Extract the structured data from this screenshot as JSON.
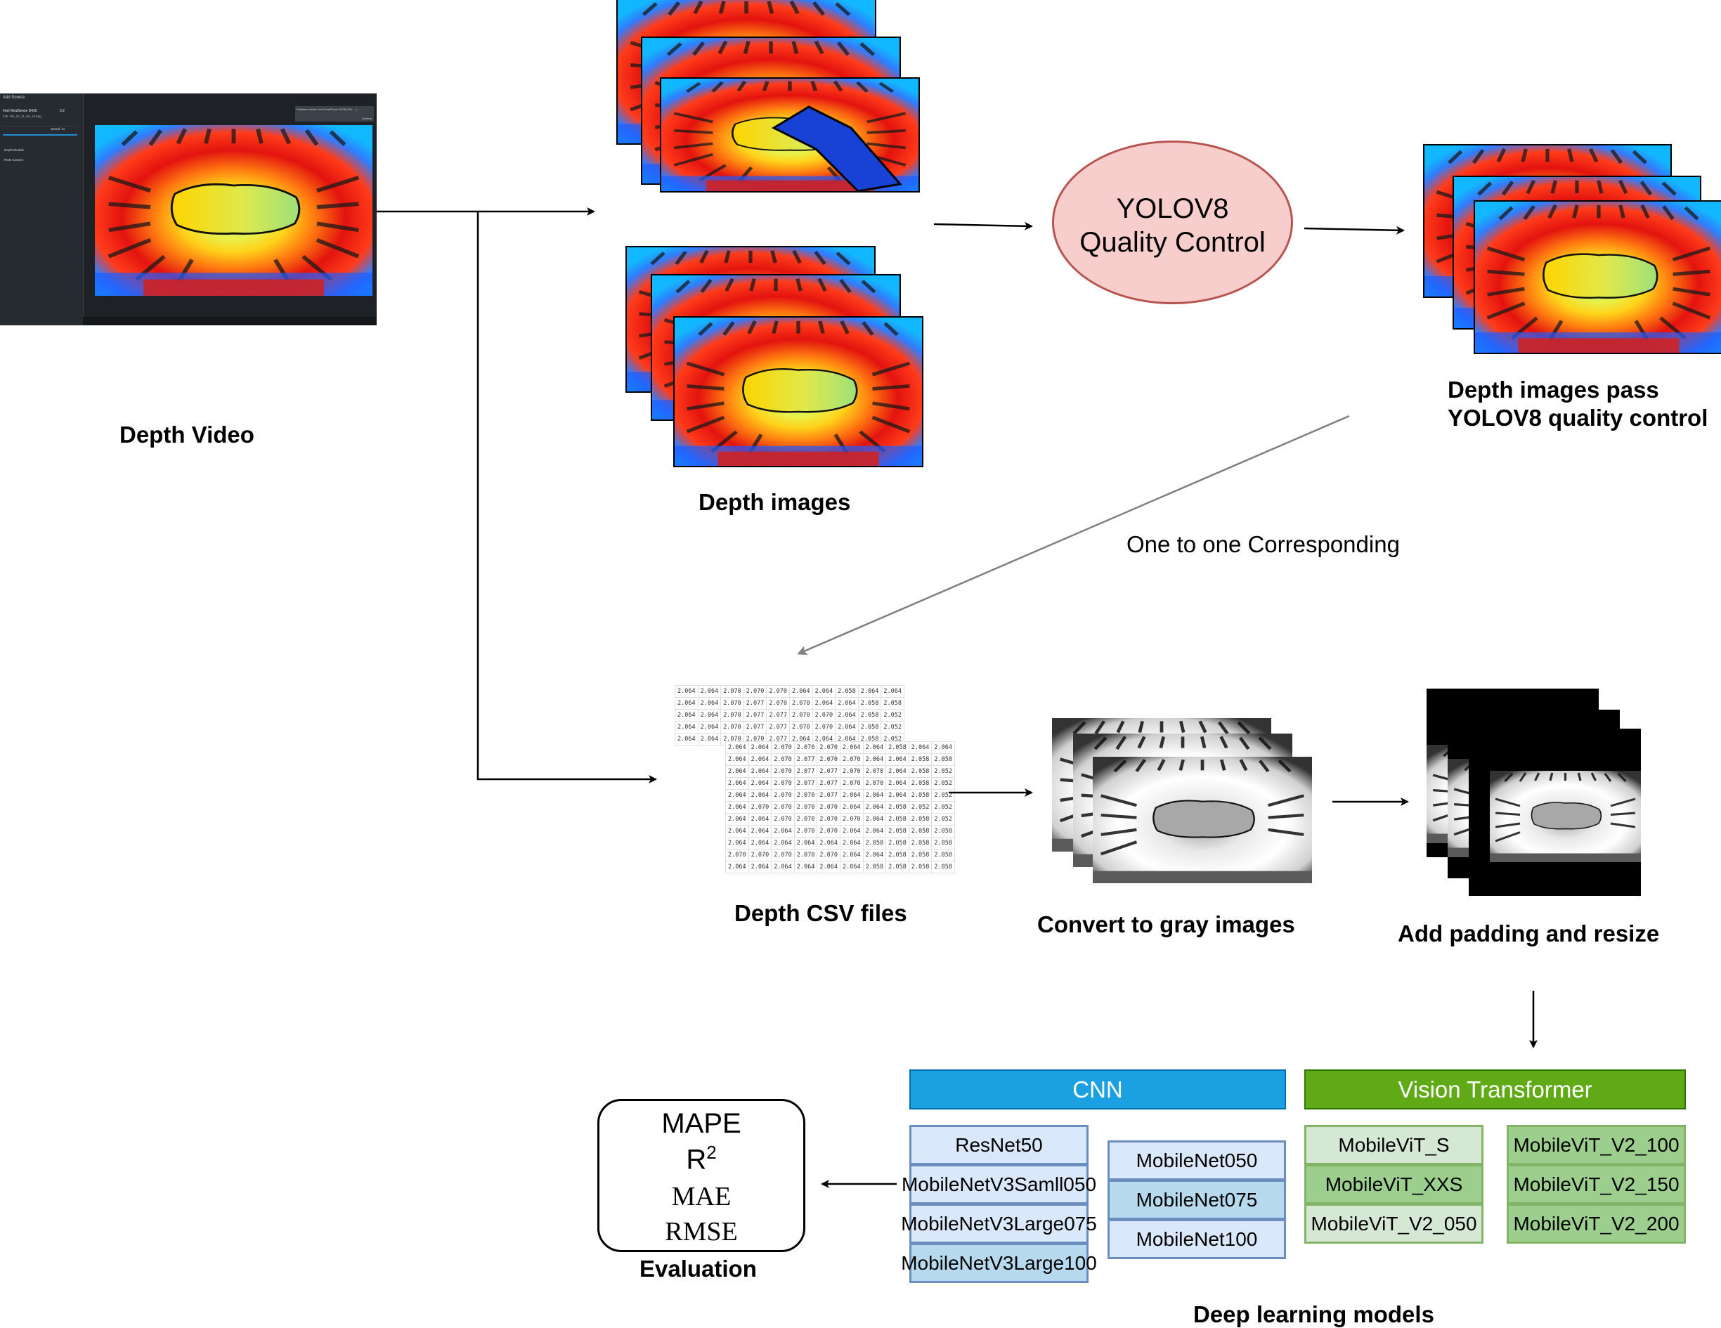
{
  "colors": {
    "yolo_fill": "#f8cecc",
    "yolo_stroke": "#b85450",
    "cnn_header": "#1ba1e2",
    "vit_header": "#60a917",
    "arrow": "#000000",
    "corresponding_arrow": "#808080"
  },
  "captions": {
    "depth_video": "Depth Video",
    "depth_images": "Depth images",
    "passed_line1": "Depth images pass",
    "passed_line2": "YOLOV8 quality control",
    "depth_csv": "Depth CSV files",
    "gray": "Convert to gray images",
    "padding": "Add padding and resize",
    "deep_learning": "Deep learning models",
    "evaluation": "Evaluation"
  },
  "yolo": {
    "line1": "YOLOV8",
    "line2": "Quality Control"
  },
  "correspondence_label": "One to one Corresponding",
  "screenshot_ui": {
    "window_title": "Add Source",
    "device": "Intel RealSense D435",
    "usb": "3.2",
    "file": "File: Wk_24_11_06_18.bag",
    "notification": "Playback device: Intel RealSense D435 (File: ...)",
    "dismiss": "Dismiss",
    "speed": "Speed: 1x",
    "rows": [
      "Depth Module",
      "RGB Camera"
    ]
  },
  "csv_values": [
    [
      "2.064",
      "2.064",
      "2.070",
      "2.070",
      "2.070",
      "2.064",
      "2.064",
      "2.058",
      "2.064",
      "2.064"
    ],
    [
      "2.064",
      "2.064",
      "2.070",
      "2.077",
      "2.070",
      "2.070",
      "2.064",
      "2.064",
      "2.058",
      "2.058"
    ],
    [
      "2.064",
      "2.064",
      "2.070",
      "2.077",
      "2.077",
      "2.070",
      "2.070",
      "2.064",
      "2.058",
      "2.052"
    ],
    [
      "2.064",
      "2.064",
      "2.070",
      "2.077",
      "2.077",
      "2.070",
      "2.070",
      "2.064",
      "2.058",
      "2.052"
    ],
    [
      "2.064",
      "2.064",
      "2.070",
      "2.070",
      "2.077",
      "2.064",
      "2.064",
      "2.064",
      "2.058",
      "2.052"
    ],
    [
      "2.064",
      "2.070",
      "2.070",
      "2.070",
      "2.070",
      "2.064",
      "2.064",
      "2.058",
      "2.052",
      "2.052"
    ],
    [
      "2.064",
      "2.064",
      "2.070",
      "2.070",
      "2.070",
      "2.070",
      "2.064",
      "2.058",
      "2.058",
      "2.052"
    ],
    [
      "2.064",
      "2.064",
      "2.064",
      "2.070",
      "2.070",
      "2.064",
      "2.064",
      "2.058",
      "2.058",
      "2.058"
    ],
    [
      "2.064",
      "2.064",
      "2.064",
      "2.064",
      "2.064",
      "2.064",
      "2.058",
      "2.058",
      "2.058",
      "2.058"
    ],
    [
      "2.070",
      "2.070",
      "2.070",
      "2.070",
      "2.070",
      "2.064",
      "2.064",
      "2.058",
      "2.058",
      "2.058"
    ],
    [
      "2.064",
      "2.064",
      "2.064",
      "2.064",
      "2.064",
      "2.064",
      "2.058",
      "2.058",
      "2.058",
      "2.058"
    ]
  ],
  "models": {
    "cnn_header": "CNN",
    "vit_header": "Vision Transformer",
    "cnn_col1": [
      "ResNet50",
      "MobileNetV3Samll050",
      "MobileNetV3Large075",
      "MobileNetV3Large100"
    ],
    "cnn_col2": [
      "MobileNet050",
      "MobileNet075",
      "MobileNet100"
    ],
    "vit_col1": [
      "MobileViT_S",
      "MobileViT_XXS",
      "MobileViT_V2_050"
    ],
    "vit_col2": [
      "MobileViT_V2_100",
      "MobileViT_V2_150",
      "MobileViT_V2_200"
    ]
  },
  "evaluation": {
    "metric1": "MAPE",
    "metric2_base": "R",
    "metric2_sup": "2",
    "metric3": "MAE",
    "metric4": "RMSE"
  }
}
